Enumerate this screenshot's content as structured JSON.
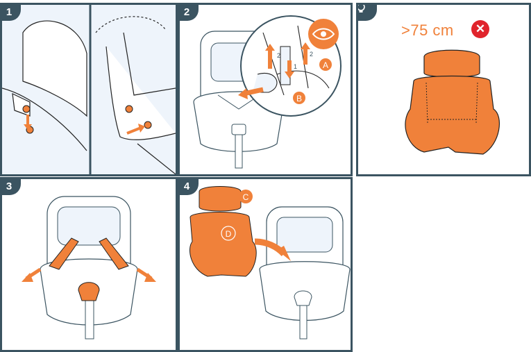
{
  "steps": [
    {
      "number": "1"
    },
    {
      "number": "2"
    },
    {
      "number": "3"
    },
    {
      "number": "4"
    }
  ],
  "tip": {
    "icon": "lightbulb-icon",
    "height_limit": ">75 cm",
    "forbidden_icon": "cross-icon",
    "forbidden_symbol": "✕"
  },
  "callouts": {
    "a": "A",
    "b": "B",
    "c": "C",
    "d": "D",
    "arrow_2": "2",
    "arrow_1": "1"
  },
  "colors": {
    "frame": "#3b5461",
    "accent": "#f0813a",
    "fabric": "#eef4fb",
    "forbidden": "#e0242c"
  }
}
